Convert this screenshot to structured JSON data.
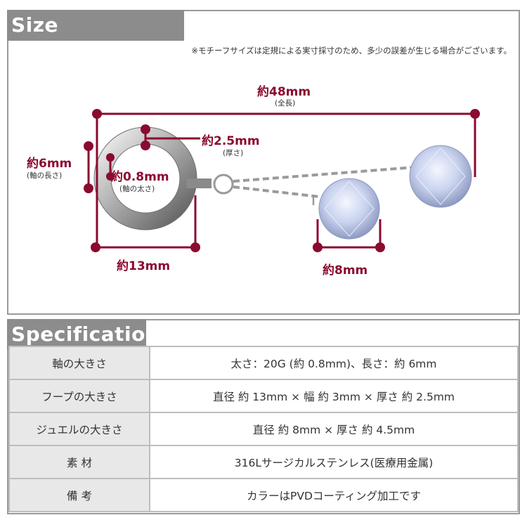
{
  "size_section": {
    "title": "Size Information",
    "note": "※モチーフサイズは定規による実寸採寸のため、多少の誤差が生じる場合がございます。",
    "dims": {
      "total_length": "約48mm",
      "total_length_sub": "(全長)",
      "thickness": "約2.5mm",
      "thickness_sub": "(厚さ)",
      "shaft_length": "約6mm",
      "shaft_length_sub": "(軸の長さ)",
      "shaft_width": "約0.8mm",
      "shaft_width_sub": "(軸の太さ)",
      "hoop_diameter": "約13mm",
      "jewel_diameter": "約8mm"
    }
  },
  "spec_section": {
    "title": "Specification",
    "rows": [
      {
        "key": "軸の大きさ",
        "value": "太さ：20G (約 0.8mm)、長さ：約 6mm"
      },
      {
        "key": "フープの大きさ",
        "value": "直径 約 13mm × 幅 約 3mm × 厚さ 約 2.5mm"
      },
      {
        "key": "ジュエルの大きさ",
        "value": "直径 約 8mm × 厚さ 約 4.5mm"
      },
      {
        "key": "素 材",
        "value": "316Lサージカルステンレス(医療用金属)"
      },
      {
        "key": "備 考",
        "value": "カラーはPVDコーティング加工です"
      }
    ]
  },
  "colors": {
    "accent": "#8b0a2f",
    "header_bg": "#8c8c8c",
    "key_cell_bg": "#e8e8e8"
  }
}
